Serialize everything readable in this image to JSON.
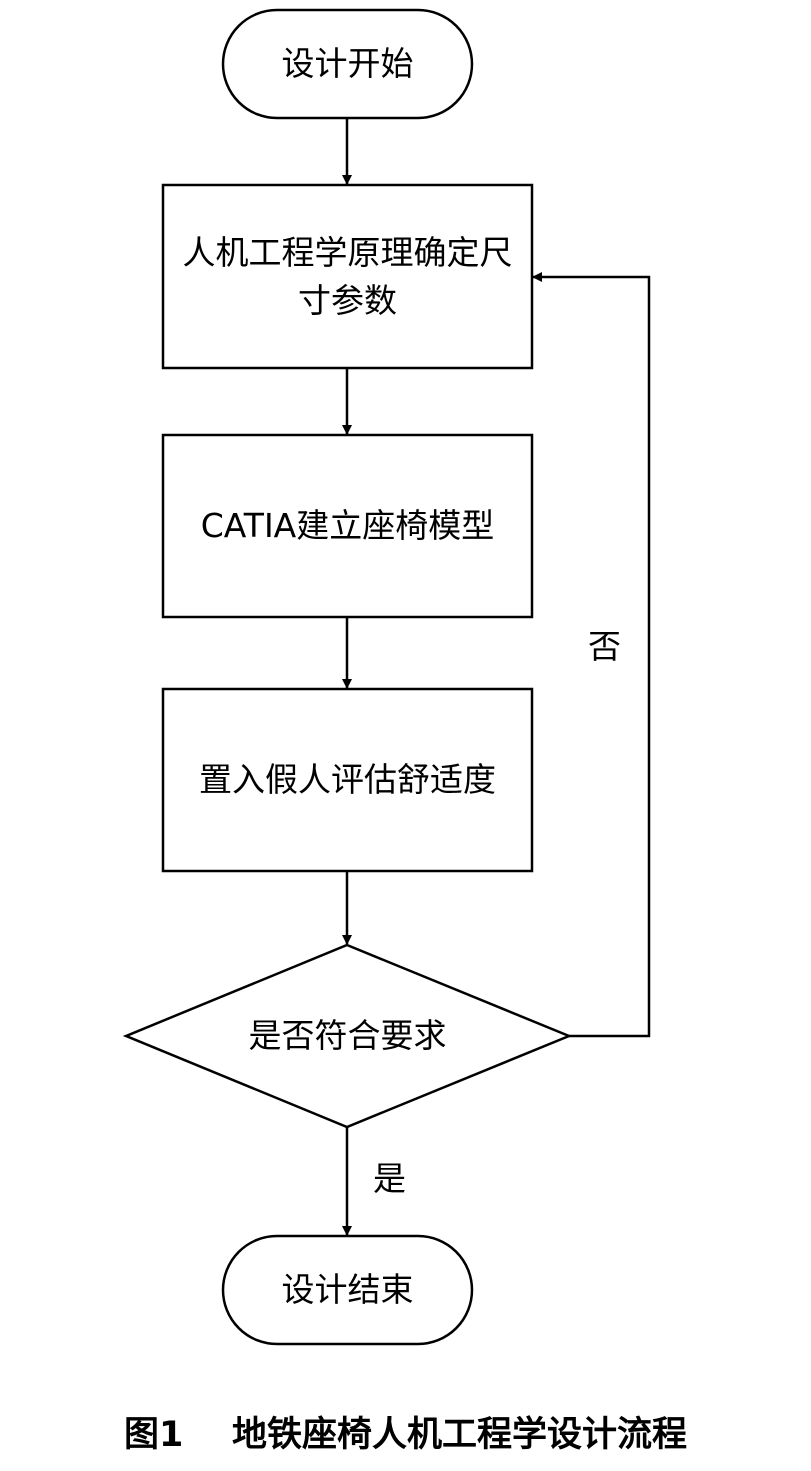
{
  "nodes": {
    "start": "设计开始",
    "step1": "人机工程学原理确定尺寸参数",
    "step2": "CATIA建立座椅模型",
    "step3": "置入假人评估舒适度",
    "decision": "是否符合要求",
    "end": "设计结束"
  },
  "edges": {
    "no_label": "否",
    "yes_label": "是"
  },
  "caption": {
    "figure_number": "图1",
    "title": "地铁座椅人机工程学设计流程"
  }
}
